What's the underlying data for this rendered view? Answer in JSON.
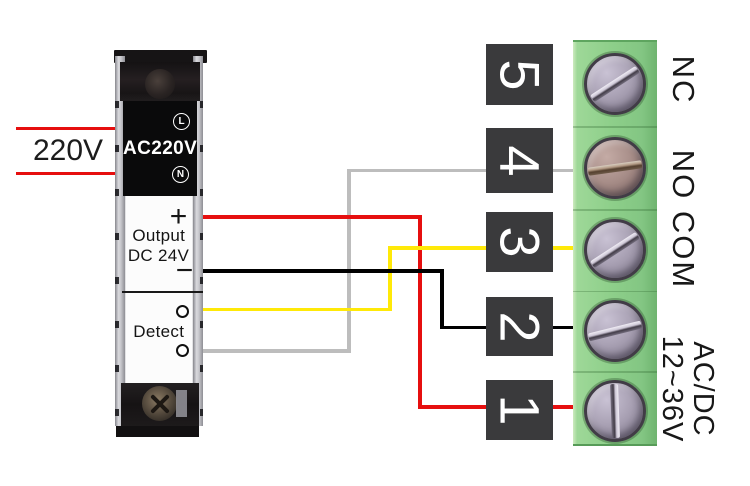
{
  "background": "#ffffff",
  "ac_input": {
    "label": "220V",
    "wire_color": "#e60f0f"
  },
  "psu_module": {
    "rating": "AC220V",
    "live": "L",
    "neutral": "N",
    "plus": "+",
    "output_word": "Output",
    "output_voltage": "DC 24V",
    "minus": "−",
    "detect": "Detect"
  },
  "terminal_block": {
    "body_color": "#8ecf8a",
    "tag_color": "#3a3a3c",
    "slots": [
      {
        "number": "5",
        "function": "NC"
      },
      {
        "number": "4",
        "function": "NO"
      },
      {
        "number": "3",
        "function": "COM"
      },
      {
        "number": "2",
        "function": ""
      },
      {
        "number": "1",
        "function": ""
      }
    ],
    "supply_rating": {
      "line1": "AC/DC",
      "line2": "12~36V"
    }
  },
  "wires": {
    "dc_plus": "#e60f0f",
    "dc_minus": "#000000",
    "detect_top": "#ffe908",
    "detect_bottom": "#bdbdbd"
  }
}
